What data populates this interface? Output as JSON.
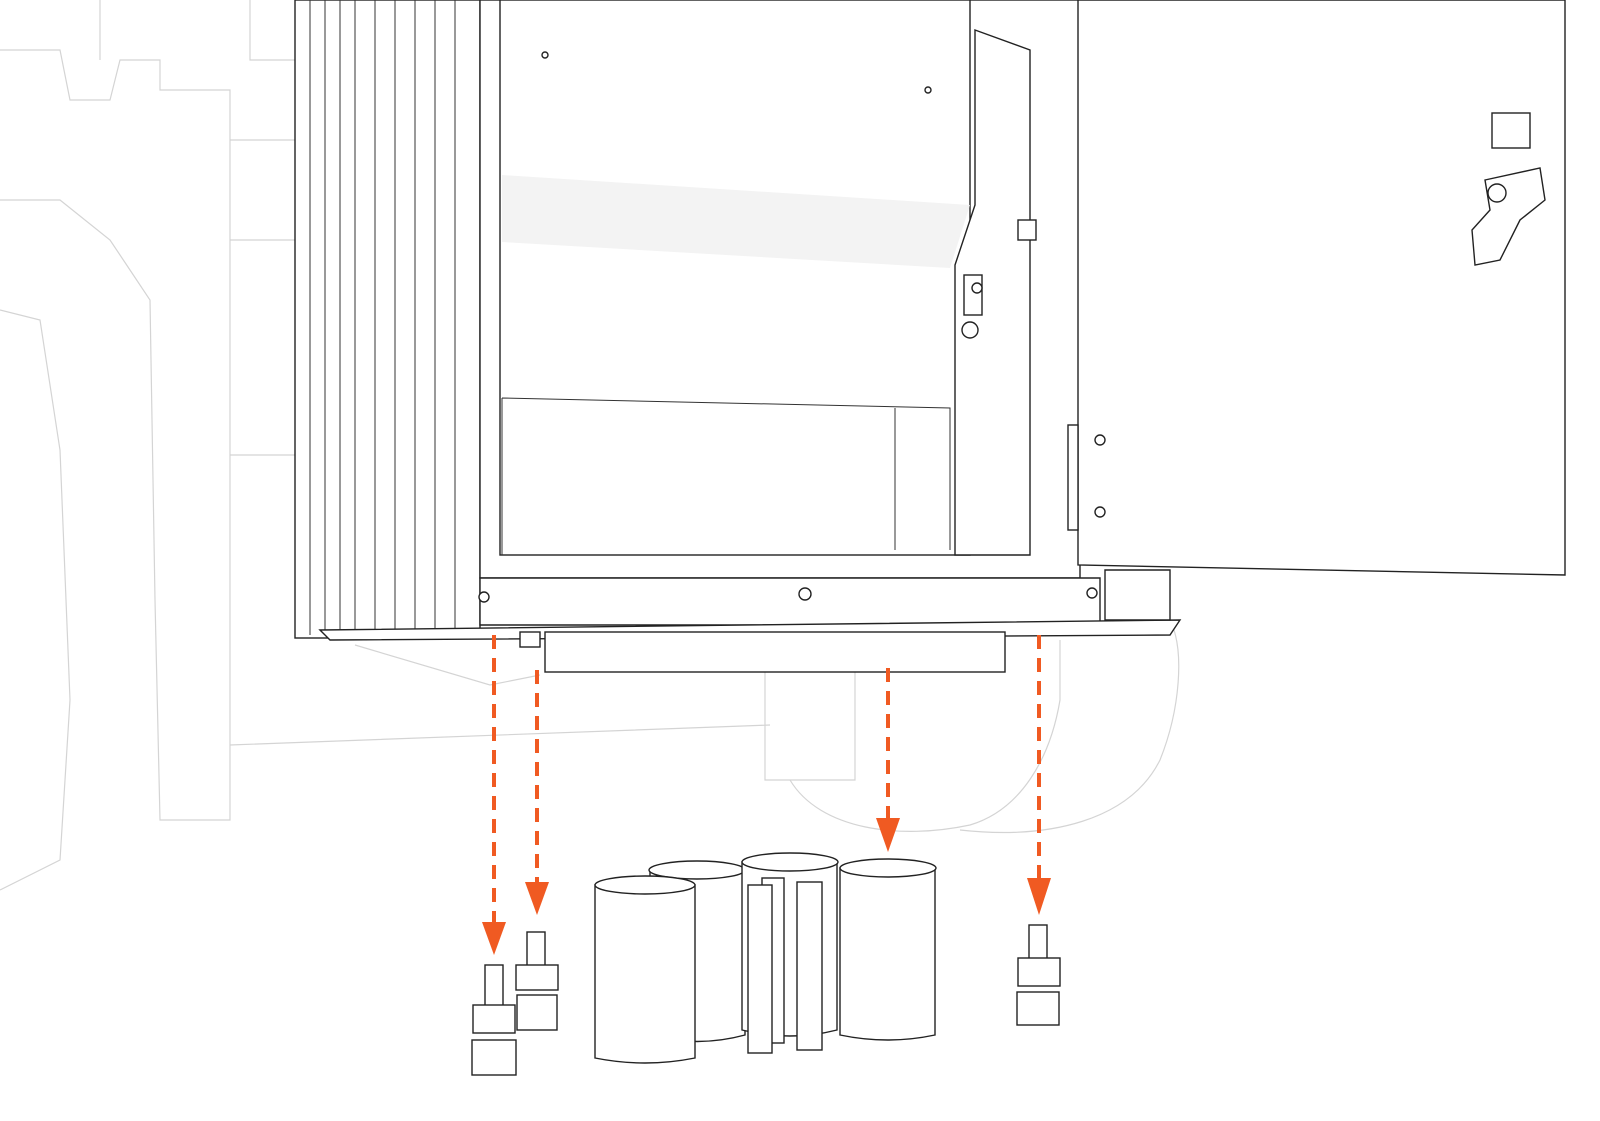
{
  "figure": {
    "description_text": "",
    "colors": {
      "arrow": "#f05a22",
      "line": "#222222",
      "ghost": "#d4d4d4"
    },
    "parts": {
      "bolts": 3,
      "tubes": 4,
      "rods": 3
    },
    "icons": [
      "enclosure-cabinet",
      "open-door",
      "door-latch",
      "ground-lug",
      "bolt-with-nuts",
      "spacer-tube",
      "dashed-arrow-down"
    ]
  }
}
